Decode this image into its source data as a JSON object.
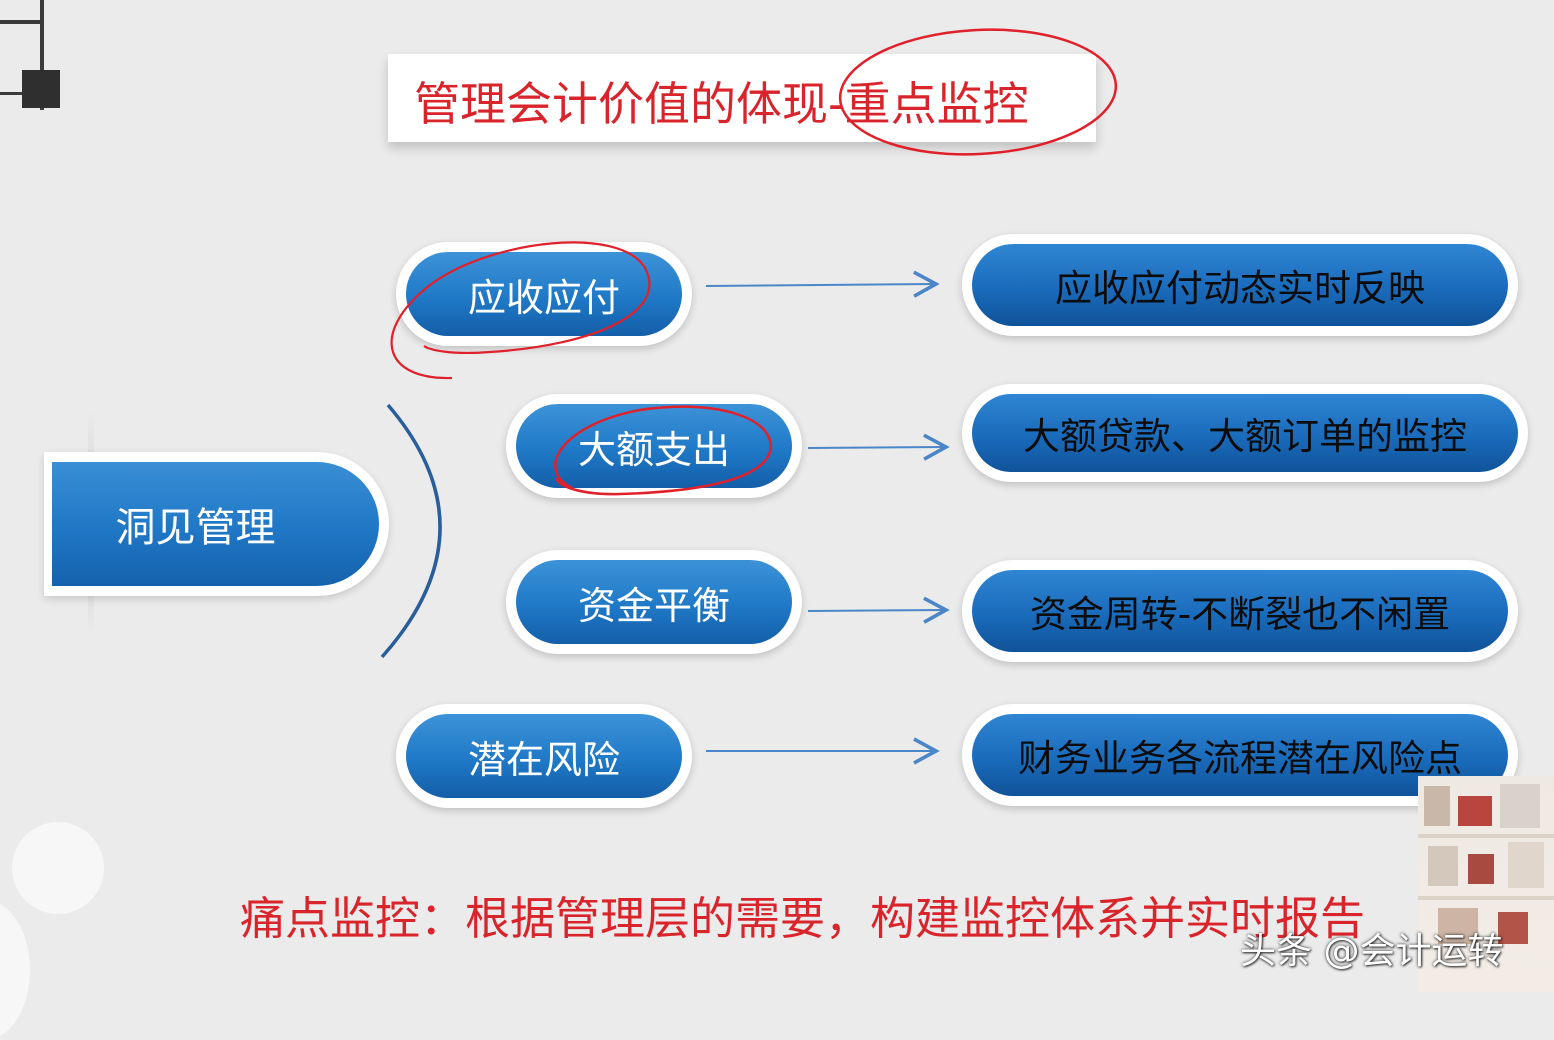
{
  "title": "管理会计价值的体现-重点监控",
  "hub": {
    "label": "洞见管理"
  },
  "middle": [
    {
      "label": "应收应付"
    },
    {
      "label": "大额支出"
    },
    {
      "label": "资金平衡"
    },
    {
      "label": "潜在风险"
    }
  ],
  "right": [
    {
      "label": "应收应付动态实时反映"
    },
    {
      "label": "大额贷款、大额订单的监控"
    },
    {
      "label": "资金周转-不断裂也不闲置"
    },
    {
      "label": "财务业务各流程潜在风险点"
    }
  ],
  "bottom": "痛点监控：根据管理层的需要，构建监控体系并实时报告",
  "watermark": "头条 @会计运转",
  "colors": {
    "title_red": "#d8242a",
    "pill_blue": "#1f79c7",
    "arrow_blue": "#4a86c8",
    "annotation_red": "#e0202a"
  }
}
